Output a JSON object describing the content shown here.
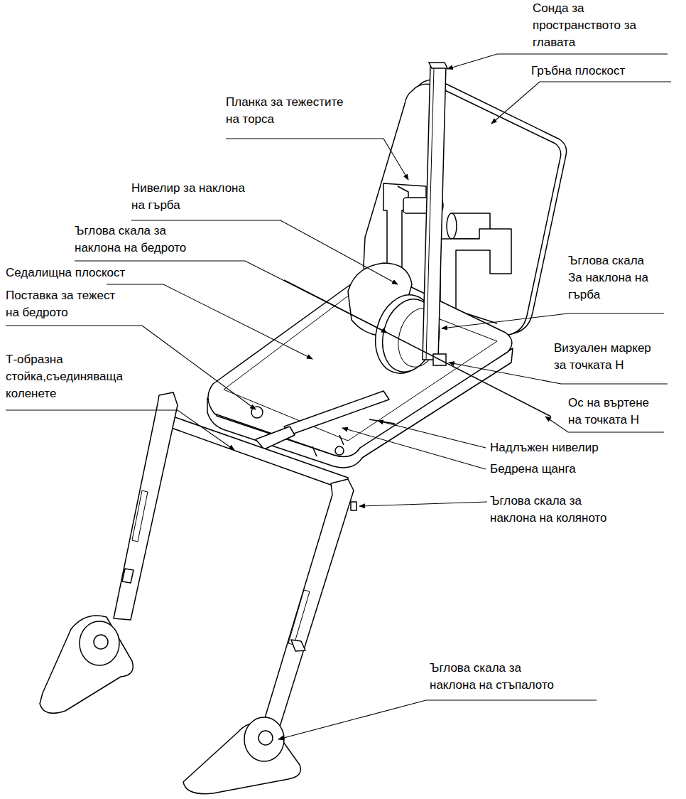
{
  "diagram": {
    "labels": [
      "Сонда за пространството за главата",
      "Гръбна плоскост",
      "Планка за тежестите на торса",
      "Нивелир за наклона на гърба",
      "Ъглова скала за наклона на бедрото",
      "Седалищна плоскост",
      "Поставка за тежест на бедрото",
      "Ъглова скала За наклона на гърба",
      "Визуален маркер за точката H",
      "Ос на въртене на точката H",
      "Т-образна стойка,съединяваща коленете",
      "Надлъжен нивелир",
      "Бедрена щанга",
      "Ъглова скала за наклона на коляното",
      "Ъглова скала за наклона на стъпалото"
    ]
  }
}
